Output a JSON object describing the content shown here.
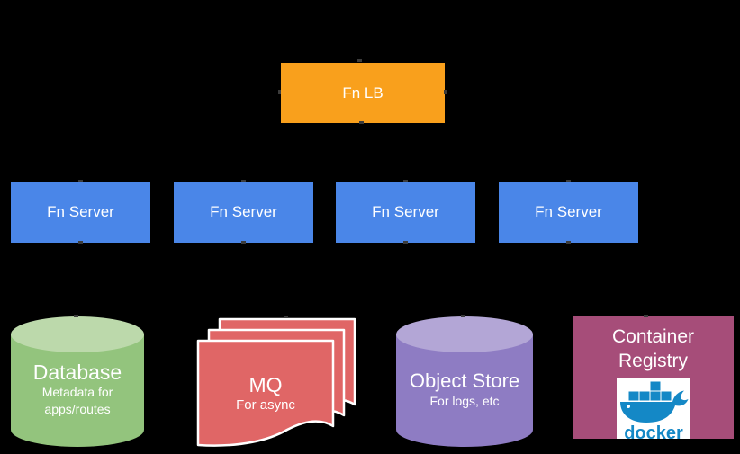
{
  "canvas": {
    "background": "#000000"
  },
  "colors": {
    "load_balancer": "#F9A01C",
    "server": "#4A86E8",
    "database_body": "#93C47D",
    "database_top": "#BCD9AB",
    "mq_page": "#E06666",
    "mq_border": "#FFFFFF",
    "object_store_body": "#8E7CC3",
    "object_store_top": "#B3A6D6",
    "registry": "#A64D79",
    "docker_blue": "#1488C6",
    "text": "#FFFFFF"
  },
  "load_balancer": {
    "label": "Fn LB"
  },
  "servers": {
    "items": [
      {
        "label": "Fn Server"
      },
      {
        "label": "Fn Server"
      },
      {
        "label": "Fn Server"
      },
      {
        "label": "Fn Server"
      }
    ]
  },
  "database": {
    "title": "Database",
    "subtitle_lines": [
      "Metadata for",
      "apps/routes"
    ]
  },
  "message_queue": {
    "title": "MQ",
    "subtitle": "For async"
  },
  "object_store": {
    "title": "Object Store",
    "subtitle": "For logs, etc"
  },
  "container_registry": {
    "title_lines": [
      "Container",
      "Registry"
    ],
    "docker_wordmark": "docker"
  }
}
